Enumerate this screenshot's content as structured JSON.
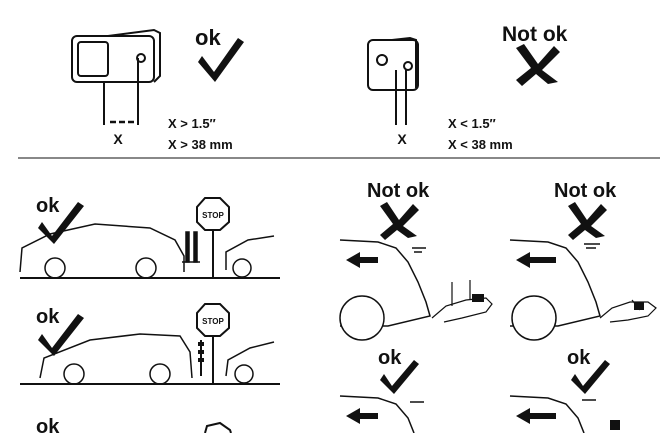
{
  "labels": {
    "ok": "ok",
    "not_ok": "Not ok",
    "stop": "STOP",
    "x": "X"
  },
  "hitch": {
    "good": {
      "line1": "X > 1.5″",
      "line2": "X > 38 mm"
    },
    "bad": {
      "line1": "X < 1.5″",
      "line2": "X < 38 mm"
    }
  },
  "icons": [
    "check-icon",
    "cross-icon",
    "stop-sign-icon",
    "left-arrow-icon",
    "bike-rack-icon",
    "car-icon",
    "hitch-receiver-icon"
  ]
}
